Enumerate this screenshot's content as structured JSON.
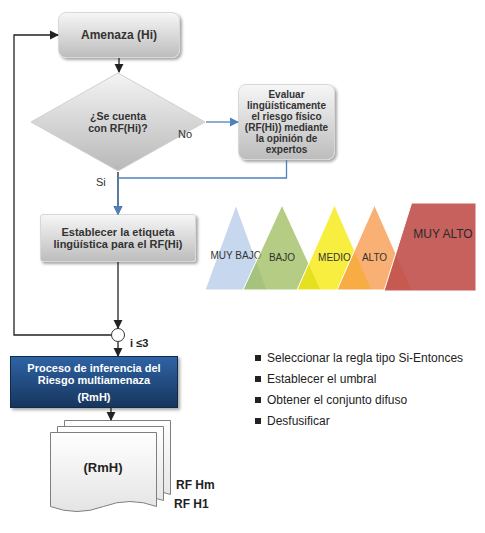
{
  "diagram": {
    "nodes": [
      {
        "text": [
          "Amenaza (Hi)"
        ]
      },
      {
        "text": [
          "¿Se cuenta con RF(Hi)?"
        ]
      },
      {
        "text": [
          "Evaluar lingüísticamente el riesgo físico (RF(Hi)) mediante la opinión de expertos"
        ]
      },
      {
        "text": [
          "Establecer la etiqueta lingüística para el RF(Hi)"
        ]
      },
      {
        "text": [
          "MUY BAJO"
        ]
      },
      {
        "text": [
          "BAJO"
        ]
      },
      {
        "text": [
          "MEDIO"
        ]
      },
      {
        "text": [
          "ALTO"
        ]
      },
      {
        "text": [
          "MUY ALTO"
        ]
      },
      {
        "text": [
          "i ≤3"
        ]
      },
      {
        "text": [
          "Proceso de inferencia del Riesgo multiamenaza",
          "(RmH)"
        ]
      },
      {
        "text": [
          "(RmH)"
        ]
      }
    ],
    "edges": [
      {
        "from": 0,
        "to": 1,
        "arrow": "to"
      },
      {
        "from": 1,
        "to": 2,
        "label": "No",
        "arrow": "to"
      },
      {
        "from": 1,
        "to": 3,
        "label": "Si",
        "arrow": "to"
      },
      {
        "from": 2,
        "to": 3,
        "arrow": "to"
      },
      {
        "from": 3,
        "to": 9,
        "arrow": "to"
      },
      {
        "from": 9,
        "to": 0,
        "arrow": "to"
      },
      {
        "from": 9,
        "to": 10,
        "arrow": "to"
      },
      {
        "from": 10,
        "to": 11,
        "arrow": "to"
      }
    ],
    "labels": [
      "Seleccionar la regla tipo Si-Entonces",
      "Establecer el umbral",
      "Obtener el conjunto difuso",
      "Desfusificar",
      "RF Hm",
      "RF H1"
    ]
  }
}
